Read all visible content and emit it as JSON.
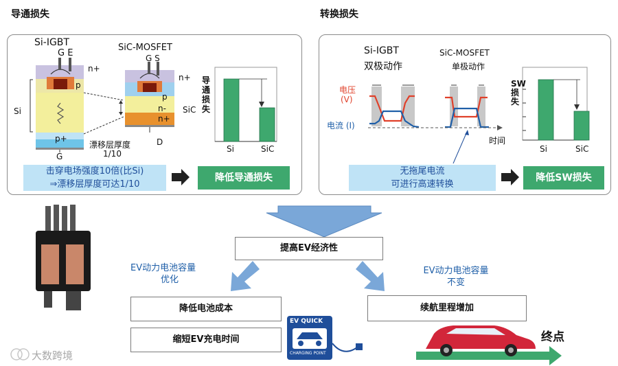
{
  "left_section": {
    "title": "导通损失",
    "igbt_label": "Si-IGBT",
    "igbt_ge": "G E",
    "mosfet_label": "SiC-MOSFET",
    "mosfet_gs": "G S",
    "n_plus_1": "n+",
    "p_label_1": "p",
    "si_side": "Si",
    "p_plus": "p+",
    "g_bottom": "G",
    "drift_note_1": "漂移层厚度",
    "drift_note_2": "1/10",
    "n_plus_2": "n+",
    "p_label_2": "p",
    "n_minus": "n-",
    "n_plus_3": "n+",
    "sic_side": "SiC",
    "d_label": "D",
    "bar_ylabel": "导通损失",
    "bar_cat_si": "Si",
    "bar_cat_sic": "SiC",
    "note_line1": "击穿电场强度10倍(比Si)",
    "note_line2": "⇒漂移层厚度可达1/10",
    "result": "降低导通损失"
  },
  "right_section": {
    "title": "转换损失",
    "igbt_label": "Si-IGBT",
    "igbt_sub": "双极动作",
    "mosfet_label": "SiC-MOSFET",
    "mosfet_sub": "单极动作",
    "voltage_label": "电压",
    "voltage_unit": "(V)",
    "current_label": "电流 (I)",
    "time_label": "时间",
    "bar_ylabel": "SW损失",
    "bar_cat_si": "Si",
    "bar_cat_sic": "SiC",
    "note_line1": "无拖尾电流",
    "note_line2": "可进行高速转换",
    "result": "降低SW损失"
  },
  "bottom": {
    "center_box": "提高EV经济性",
    "left_caption_1": "EV动力电池容量",
    "left_caption_2": "优化",
    "right_caption_1": "EV动力电池容量",
    "right_caption_2": "不变",
    "box_cost": "降低电池成本",
    "box_charge": "缩短EV充电时间",
    "box_range": "续航里程增加",
    "charger_text_1": "EV QUICK",
    "charger_text_2": "CHARGING POINT",
    "finish": "终点",
    "watermark": "大数跨境"
  },
  "colors": {
    "green": "#3ea86e",
    "light_blue": "#bfe3f6",
    "arrow_blue": "#6e9fd3",
    "voltage_red": "#e0402a",
    "current_blue": "#1f5fa8"
  }
}
